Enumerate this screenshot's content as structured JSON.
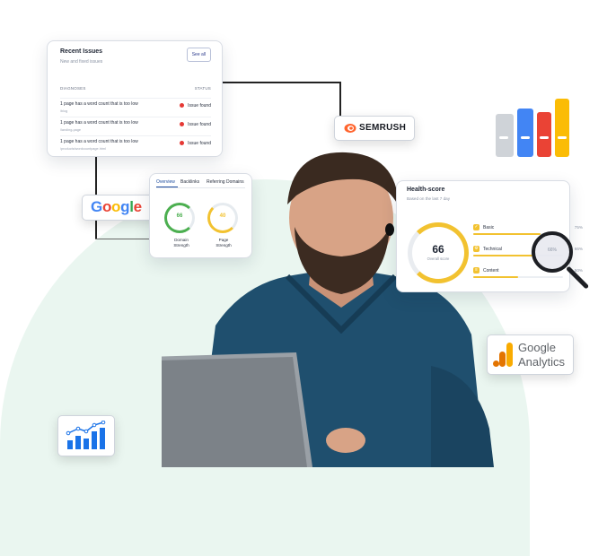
{
  "recent_issues": {
    "title": "Recent Issues",
    "subtitle": "New and fixed issues",
    "see_all": "See all",
    "col_diagnoses": "DIAGNOSES",
    "col_status": "STATUS",
    "rows": [
      {
        "text": "1 page has a word count that is too low",
        "meta": "/blog",
        "status": "Issue found"
      },
      {
        "text": "1 page has a word count that is too low",
        "meta": "/landing-page",
        "status": "Issue found"
      },
      {
        "text": "1 page has a word count that is too low",
        "meta": "/products/wordcountpage.html",
        "status": "Issue found"
      }
    ]
  },
  "badges": {
    "semrush": "SEMRUSH",
    "google": "Google",
    "analytics_line1": "Google",
    "analytics_line2": "Analytics"
  },
  "backlinks": {
    "tabs": [
      "Overview",
      "Backlinks",
      "Referring Domains"
    ],
    "domain": {
      "value": "66",
      "label1": "Domain",
      "label2": "Strength",
      "color": "#4caf50"
    },
    "page": {
      "value": "40",
      "label1": "Page",
      "label2": "Strength",
      "color": "#f2c230"
    }
  },
  "health": {
    "title": "Health-score",
    "subtitle": "Based on the last 7 day",
    "score": "66",
    "score_label": "Overall score",
    "items": [
      {
        "label": "Basic",
        "pct": "75%",
        "fill": 0.75
      },
      {
        "label": "Technical",
        "pct": "66%",
        "fill": 0.66
      },
      {
        "label": "Content",
        "pct": "50%",
        "fill": 0.5
      }
    ],
    "magnifier_text": "66%"
  },
  "colors": {
    "accent_yellow": "#f2c230",
    "semrush_orange": "#ff642d",
    "g_blue": "#4285f4",
    "g_red": "#ea4335",
    "g_yellow": "#fbbc05",
    "g_green": "#34a853",
    "analytics_orange": "#f9ab00",
    "chart_blue": "#1a73e8"
  }
}
